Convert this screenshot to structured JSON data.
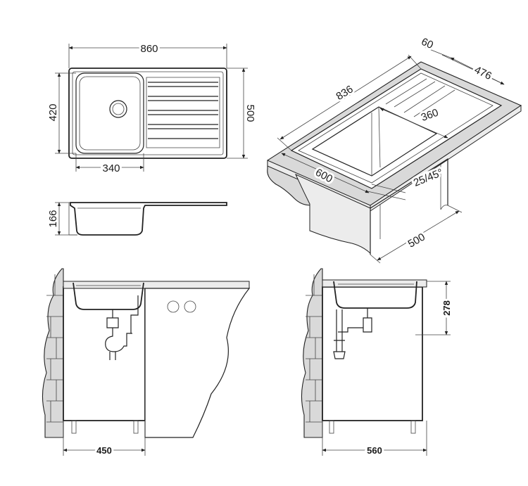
{
  "top_view": {
    "width_label": "860",
    "depth_label": "500",
    "bowl_depth_label": "420",
    "bowl_width_label": "340"
  },
  "side_view": {
    "height_label": "166"
  },
  "iso_view": {
    "length_label": "836",
    "edge_label": "60",
    "depth_label": "476",
    "inner_label": "360",
    "cut_label": "600",
    "angle_label": "25/45°",
    "cabinet_label": "500"
  },
  "front_cabinet": {
    "width_label": "450"
  },
  "side_cabinet": {
    "width_label": "560",
    "height_label": "278"
  },
  "colors": {
    "line": "#222222",
    "gray_fill": "#d9d9d9",
    "background": "#ffffff"
  }
}
